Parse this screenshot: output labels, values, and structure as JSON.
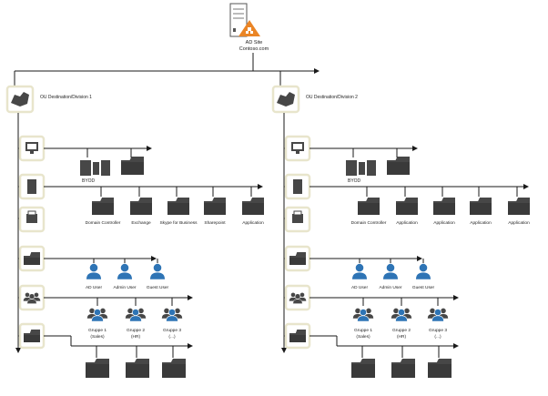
{
  "root": {
    "name": "AD Site",
    "domain": "Contoso.com",
    "icon": "server-with-warning-icon"
  },
  "divisions": [
    {
      "label": "OU Destination/Division 1",
      "icon": "switzerland-map-icon",
      "byod_label": "BYOD",
      "servers": [
        "Domain Controller",
        "Exchange",
        "Skype for Business",
        "Sharepoint",
        "Application"
      ],
      "users": [
        "AD User",
        "Admin User",
        "Guest User"
      ],
      "groups": [
        {
          "name": "Gruppe 1",
          "sub": "(Sales)"
        },
        {
          "name": "Gruppe 2",
          "sub": "(HR)"
        },
        {
          "name": "Gruppe 3",
          "sub": "(...)"
        }
      ]
    },
    {
      "label": "OU Destination/Division 2",
      "icon": "austria-map-icon",
      "byod_label": "BYOD",
      "servers": [
        "Domain Controller",
        "Application",
        "Application",
        "Application",
        "Application"
      ],
      "users": [
        "AD User",
        "Admin User",
        "Guest User"
      ],
      "groups": [
        {
          "name": "Gruppe 1",
          "sub": "(Sales)"
        },
        {
          "name": "Gruppe 2",
          "sub": "(HR)"
        },
        {
          "name": "Gruppe 3",
          "sub": "(...)"
        }
      ]
    }
  ],
  "colors": {
    "line": "#1a1a1a",
    "tile_border": "#e8e5cc",
    "icon_dark": "#474747",
    "user_blue": "#2e74b5",
    "warning_orange": "#ea8526"
  }
}
